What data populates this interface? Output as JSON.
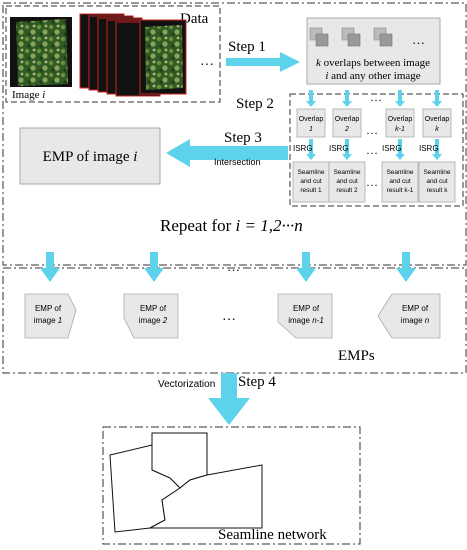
{
  "data_box": {
    "title": "Data",
    "image_label_prefix": "Image ",
    "image_label_var": "i",
    "ellipsis": "…"
  },
  "steps": {
    "step1": "Step 1",
    "step2": "Step 2",
    "step3": "Step 3",
    "step4": "Step 4"
  },
  "overlaps_box": {
    "line1_var": "k",
    "line1_rest": " overlaps between image",
    "line2_var": "i",
    "line2_rest": " and any other image",
    "ellipsis": "…"
  },
  "overlap_columns": [
    {
      "label": "Overlap",
      "index": "1",
      "result_line1": "Seamline",
      "result_line2": "and cut",
      "result_line3": "result 1"
    },
    {
      "label": "Overlap",
      "index": "2",
      "result_line1": "Seamline",
      "result_line2": "and cut",
      "result_line3": "result 2"
    },
    {
      "label": "Overlap",
      "index": "k-1",
      "result_line1": "Seamline",
      "result_line2": "and cut",
      "result_line3": "result k-1"
    },
    {
      "label": "Overlap",
      "index": "k",
      "result_line1": "Seamline",
      "result_line2": "and cut",
      "result_line3": "result k"
    }
  ],
  "isrg_label": "ISRG",
  "step2_ellipsis": "…",
  "emp_box": {
    "prefix": "EMP of image ",
    "var": "i"
  },
  "intersection_label": "Intersection",
  "repeat": {
    "prefix": "Repeat for ",
    "var": "i",
    "rest": " = 1,2···n"
  },
  "emps": [
    {
      "line1": "EMP of",
      "line2_prefix": "image ",
      "line2_var": "1"
    },
    {
      "line1": "EMP of",
      "line2_prefix": "image ",
      "line2_var": "2"
    },
    {
      "line1": "EMP of",
      "line2_prefix": "image ",
      "line2_var": "n-1"
    },
    {
      "line1": "EMP of",
      "line2_prefix": "image ",
      "line2_var": "n"
    }
  ],
  "emps_ellipsis": "…",
  "emps_top_ellipsis": "…",
  "emps_label": "EMPs",
  "vectorization_label": "Vectorization",
  "network_label": "Seamline network",
  "colors": {
    "arrow": "#5cd3ea",
    "panel": "#e8e8e8",
    "panel_border": "#aaaaaa",
    "imagery": "#3f6b2e"
  }
}
